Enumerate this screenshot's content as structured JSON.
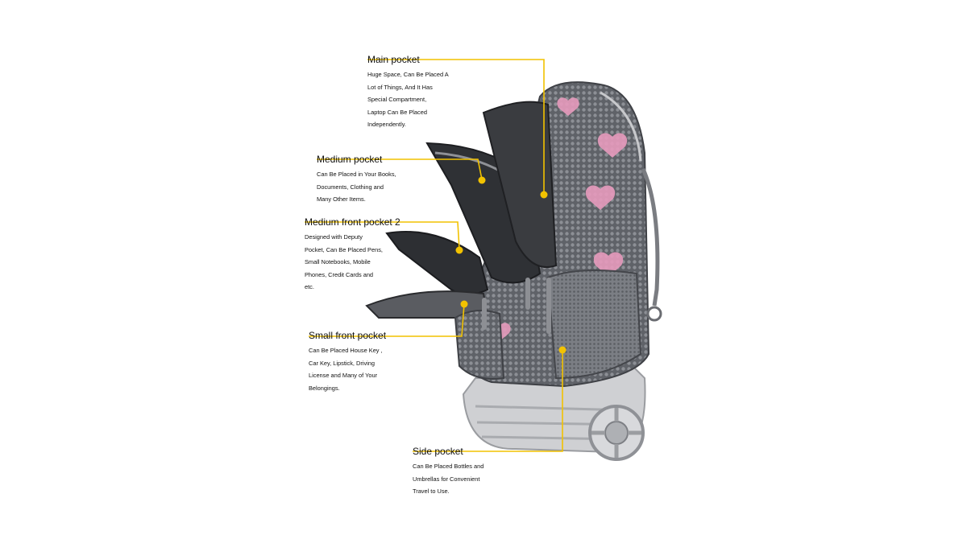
{
  "colors": {
    "leader": "#f2c200",
    "fabric": "#6b6e74",
    "fabric_dark": "#3f4146",
    "heart": "#e79bbd",
    "shell": "#cfd0d3"
  },
  "callouts": [
    {
      "id": "main",
      "title": "Main pocket",
      "desc": "Huge Space, Can Be Placed A\nLot of Things, And It Has\nSpecial Compartment,\nLaptop Can Be Placed\nIndependently."
    },
    {
      "id": "medium",
      "title": "Medium pocket",
      "desc": "Can Be Placed in Your Books,\nDocuments, Clothing and\nMany Other Items."
    },
    {
      "id": "front2",
      "title": "Medium front pocket 2",
      "desc": "Designed with Deputy\nPocket, Can Be Placed Pens,\nSmall Notebooks, Mobile\nPhones, Credit Cards and\netc."
    },
    {
      "id": "small",
      "title": "Small front pocket",
      "desc": "Can Be Placed House Key ,\nCar Key, Lipstick, Driving\nLicense and Many of Your\nBelongings."
    },
    {
      "id": "side",
      "title": "Side pocket",
      "desc": "Can Be Placed Bottles and\nUmbrellas for Convenient\nTravel to Use."
    }
  ]
}
